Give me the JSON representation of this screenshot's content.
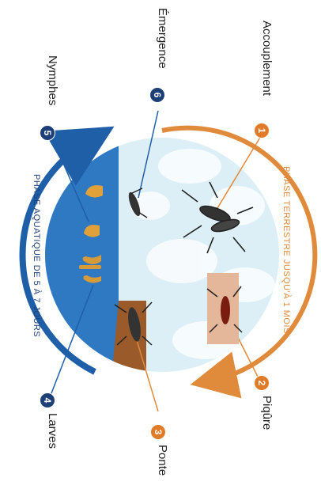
{
  "colors": {
    "terrestrial": "#e08a3c",
    "aquatic": "#1f5fa8",
    "water": "#2f78c2",
    "sky": "#dceef6",
    "badge_orange": "#e07b2a",
    "badge_blue": "#1d3f78"
  },
  "phases": {
    "terrestrial": "PHASE TERRESTRE JUSQU'À 1 MOIS",
    "aquatic": "PHASE AQUATIQUE DE 5 À 7 JOURS"
  },
  "stages": [
    {
      "num": "1",
      "label": "Accouplement",
      "icon": "mating-mosquitoes",
      "phase": "terrestrial"
    },
    {
      "num": "2",
      "label": "Piqûre",
      "icon": "biting-mosquito",
      "phase": "terrestrial"
    },
    {
      "num": "3",
      "label": "Ponte",
      "icon": "egg-laying-mosquito",
      "phase": "terrestrial"
    },
    {
      "num": "4",
      "label": "Larves",
      "icon": "larvae",
      "phase": "aquatic"
    },
    {
      "num": "5",
      "label": "Nymphes",
      "icon": "pupae",
      "phase": "aquatic"
    },
    {
      "num": "6",
      "label": "Émergence",
      "icon": "emerging-mosquito",
      "phase": "aquatic"
    }
  ]
}
